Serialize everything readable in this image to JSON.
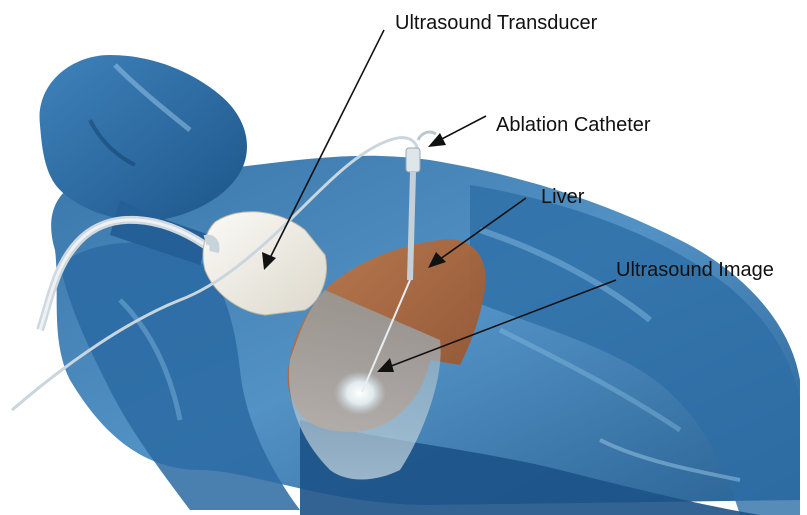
{
  "labels": {
    "transducer": "Ultrasound Transducer",
    "catheter": "Ablation Catheter",
    "liver": "Liver",
    "image": "Ultrasound Image"
  },
  "colors": {
    "body_dark": "#1d5a8c",
    "body_mid": "#3a7fb5",
    "body_light": "#7fb3d8",
    "liver": "#b06a3e",
    "transducer": "#f3f1ea",
    "ultrasound_fan": "#9fb6c4",
    "text": "#111111"
  }
}
